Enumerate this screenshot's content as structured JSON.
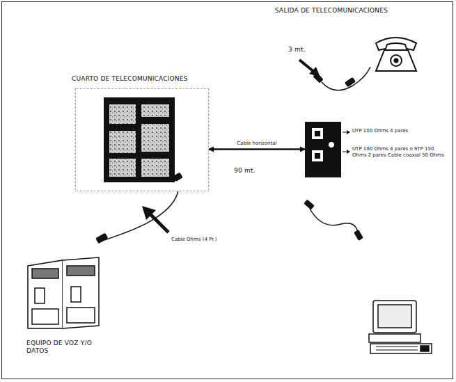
{
  "diagram": {
    "title": "SALIDA DE TELECOMUNICACIONES",
    "nodes": [
      {
        "text": [
          "CUARTO DE TELECOMUNICACIONES"
        ]
      },
      {
        "text": [
          "EQUIPO DE VOZ Y/O DATOS"
        ]
      },
      {
        "text": [
          "UTP 100 Ohms 4 pares",
          "UTP 100 Ohms 4 pares o STP 150 Ohms 2 pares Cable coaxial 50 Ohms"
        ]
      }
    ],
    "edges": [
      {
        "from": 0,
        "to": 2,
        "arrow": "both",
        "label": "Cable horizontal"
      },
      {
        "from": 0,
        "to": 1,
        "arrow": "none"
      }
    ],
    "labels": [
      "3 mt.",
      "90 mt.",
      "Cable Ohms (4 Pr.)"
    ]
  }
}
